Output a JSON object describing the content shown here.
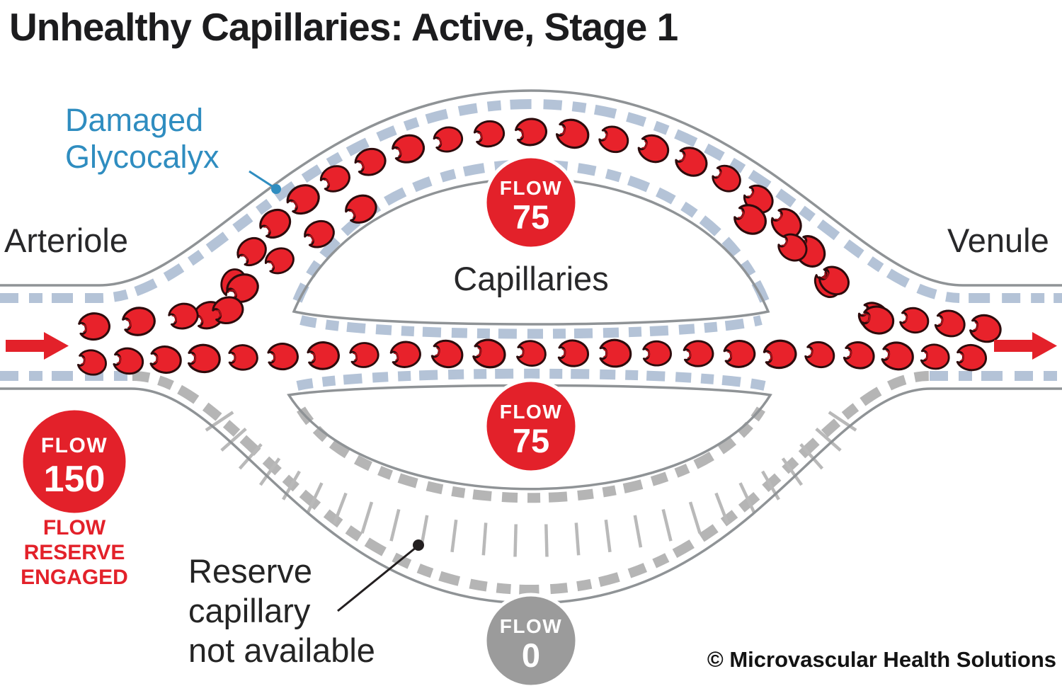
{
  "title": "Unhealthy Capillaries: Active, Stage 1",
  "labels": {
    "damaged_glycocalyx": {
      "line1": "Damaged",
      "line2": "Glycocalyx"
    },
    "arteriole": "Arteriole",
    "venule": "Venule",
    "capillaries": "Capillaries",
    "flow_reserve_engaged": {
      "line1": "FLOW",
      "line2": "RESERVE",
      "line3": "ENGAGED"
    },
    "reserve_unavailable": {
      "line1": "Reserve",
      "line2": "capillary",
      "line3": "not available"
    },
    "copyright": "© Microvascular Health Solutions"
  },
  "badges": {
    "capillary_top": {
      "label": "FLOW",
      "value": "75"
    },
    "capillary_middle": {
      "label": "FLOW",
      "value": "75"
    },
    "arteriole_inflow": {
      "label": "FLOW",
      "value": "150"
    },
    "reserve": {
      "label": "FLOW",
      "value": "0"
    }
  },
  "icons": {
    "flow_arrow_left": "red-right-arrow",
    "flow_arrow_right": "red-right-arrow",
    "red_blood_cell": "red-crescent-cell",
    "glycocalyx_pointer_dot": "blue-dot",
    "reserve_pointer_dot": "black-dot"
  },
  "colors": {
    "flow_red": "#e3212a",
    "flow_gray": "#9b9b9b",
    "rbc_red": "#e8222b",
    "rbc_dark": "#2d0b0c",
    "glycocalyx_blue": "#b4c3d7",
    "glycocalyx_gray": "#b5b5b5",
    "vessel_wall": "#8f9396",
    "label_blue": "#2f8dc0",
    "text_dark": "#231f20"
  }
}
